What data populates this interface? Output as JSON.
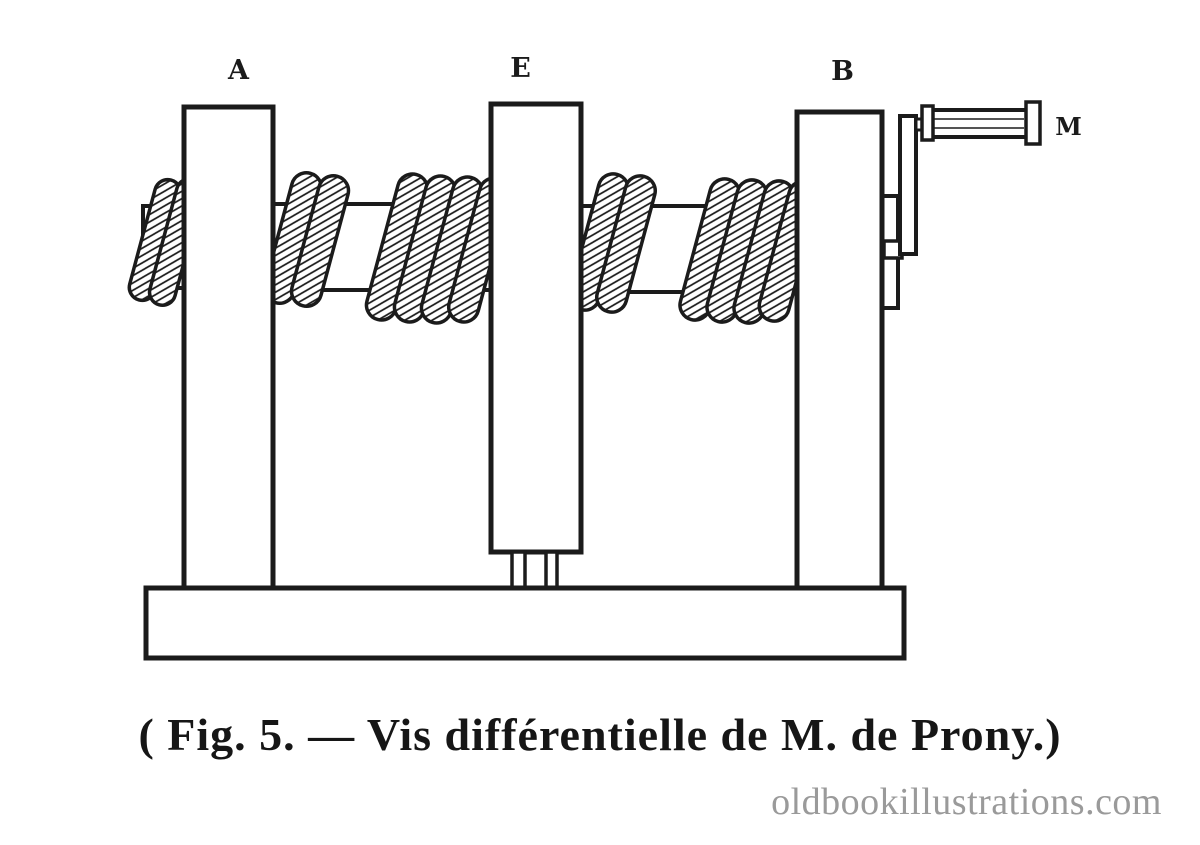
{
  "figure": {
    "labels": {
      "post_a": "A",
      "post_e": "E",
      "post_b": "B",
      "handle_m": "M"
    },
    "caption": "( Fig. 5. — Vis différentielle de M. de Prony.)",
    "watermark": "oldbookillustrations.com",
    "colors": {
      "ink": "#1b1b1b",
      "watermark_gray": "#9a9a9a",
      "background": "#ffffff"
    },
    "description": "Differential screw of M. de Prony: three uprights A, E, B on a base plate, a double-threaded screw shaft passing through them, turned by crank handle M"
  }
}
